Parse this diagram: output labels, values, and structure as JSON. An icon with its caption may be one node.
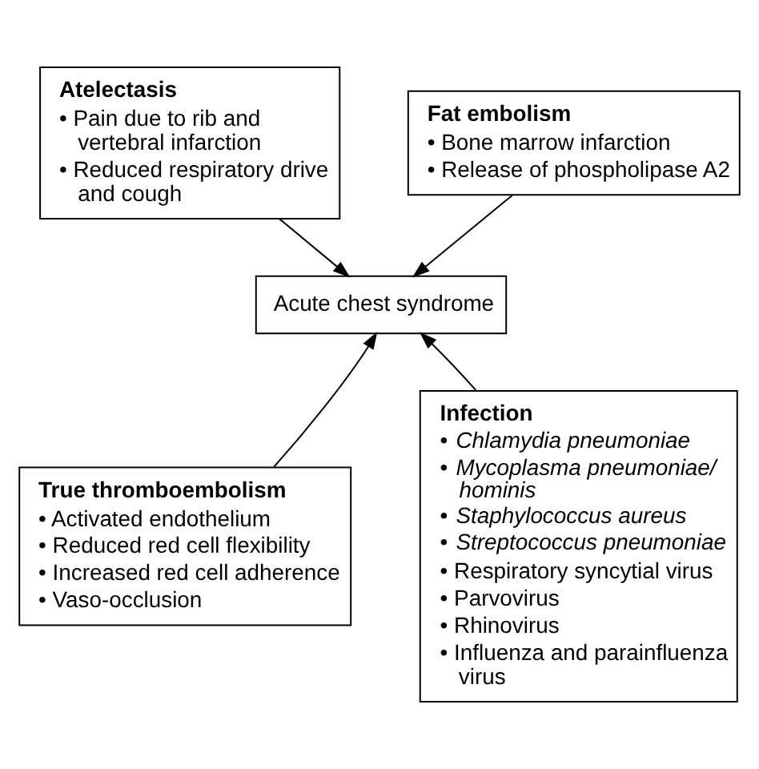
{
  "diagram": {
    "nodes": [
      {
        "text": [
          "Atelectasis",
          "• Pain due to rib and vertebral infarction",
          "• Reduced respiratory drive and cough"
        ]
      },
      {
        "text": [
          "Fat embolism",
          "• Bone marrow infarction",
          "• Release of phospholipase A2"
        ]
      },
      {
        "text": [
          "Acute chest syndrome"
        ]
      },
      {
        "text": [
          "True thromboembolism",
          "• Activated endothelium",
          "• Reduced red cell flexibility",
          "• Increased red cell adherence",
          "• Vaso-occlusion"
        ]
      },
      {
        "text": [
          "Infection",
          "• *Chlamydia pneumoniae*",
          "• *Mycoplasma pneumoniae/ hominis*",
          "• *Staphylococcus aureus*",
          "• *Streptococcus pneumoniae*",
          "• Respiratory syncytial virus",
          "• Parvovirus",
          "• Rhinovirus",
          "• Influenza and parainfluenza virus"
        ]
      }
    ],
    "edges": [
      {
        "from": 0,
        "to": 2,
        "arrow": "to"
      },
      {
        "from": 1,
        "to": 2,
        "arrow": "to"
      },
      {
        "from": 3,
        "to": 2,
        "arrow": "to"
      },
      {
        "from": 4,
        "to": 2,
        "arrow": "to"
      }
    ]
  }
}
